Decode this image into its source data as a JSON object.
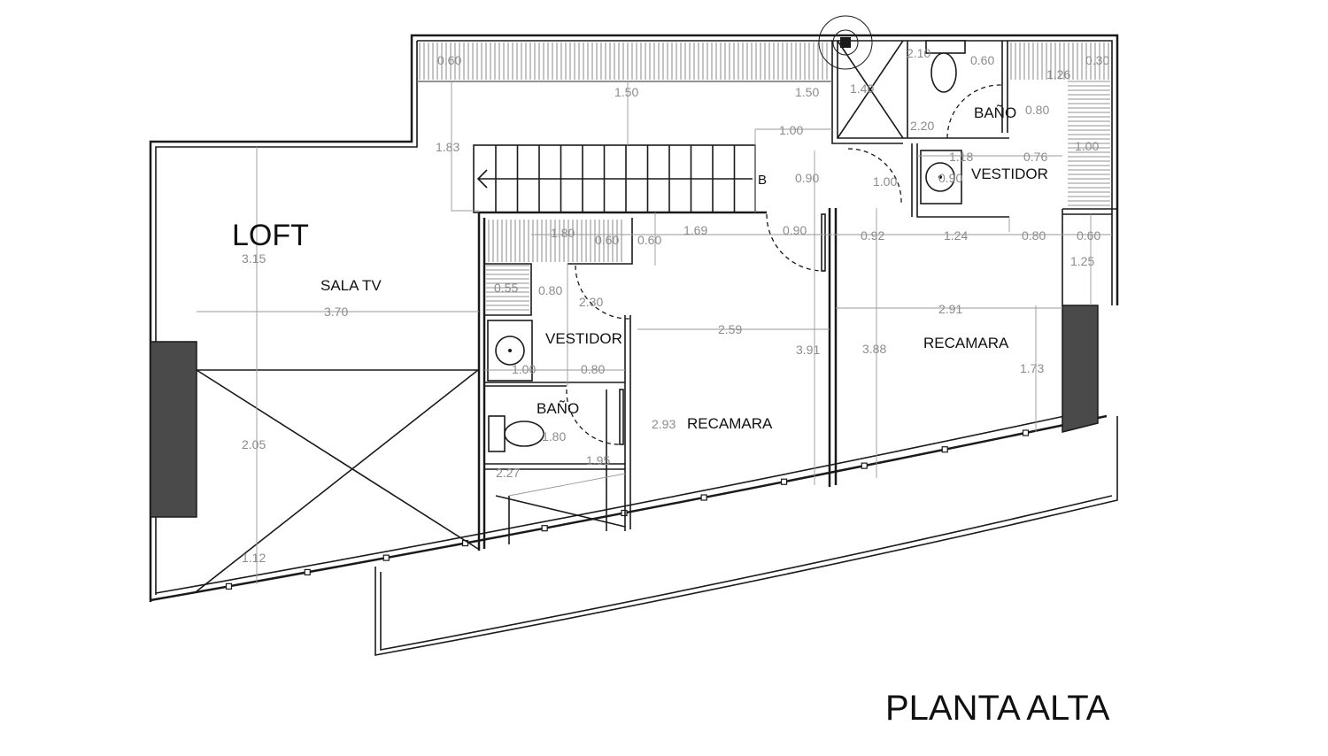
{
  "plan": {
    "title": "PLANTA ALTA",
    "rooms": {
      "loft": "LOFT",
      "sala_tv": "SALA TV",
      "vestidor_left": "VESTIDOR",
      "bano_left": "BAÑO",
      "recamara_left": "RECAMARA",
      "bano_right": "BAÑO",
      "vestidor_right": "VESTIDOR",
      "recamara_right": "RECAMARA"
    },
    "stair_label": "B",
    "dimensions": {
      "d_top_060": "0.60",
      "d_150_a": "1.50",
      "d_150_b": "1.50",
      "d_183": "1.83",
      "d_100_top": "1.00",
      "d_090_v": "0.90",
      "d_140": "1.40",
      "d_220": "2.20",
      "d_210": "2.10",
      "d_060_r": "0.60",
      "d_126": "1.26",
      "d_030": "0.30",
      "d_080_r": "0.80",
      "d_118": "1.18",
      "d_076": "0.76",
      "d_100_r": "1.00",
      "d_100_vr": "1.00",
      "d_090_circ": "0.90",
      "d_315": "3.15",
      "d_180_st": "1.80",
      "d_060_st": "0.60",
      "d_060_b": "0.60",
      "d_169": "1.69",
      "d_090_h": "0.90",
      "d_092": "0.92",
      "d_124": "1.24",
      "d_080_h": "0.80",
      "d_060_far": "0.60",
      "d_125": "1.25",
      "d_055": "0.55",
      "d_080_l": "0.80",
      "d_230": "2.30",
      "d_370": "3.70",
      "d_259": "2.59",
      "d_291": "2.91",
      "d_391": "3.91",
      "d_388": "3.88",
      "d_100_l": "1.00",
      "d_080_l2": "0.80",
      "d_173": "1.73",
      "d_180_b": "1.80",
      "d_293": "2.93",
      "d_205": "2.05",
      "d_195": "1.95",
      "d_227": "2.27",
      "d_112": "1.12"
    }
  }
}
